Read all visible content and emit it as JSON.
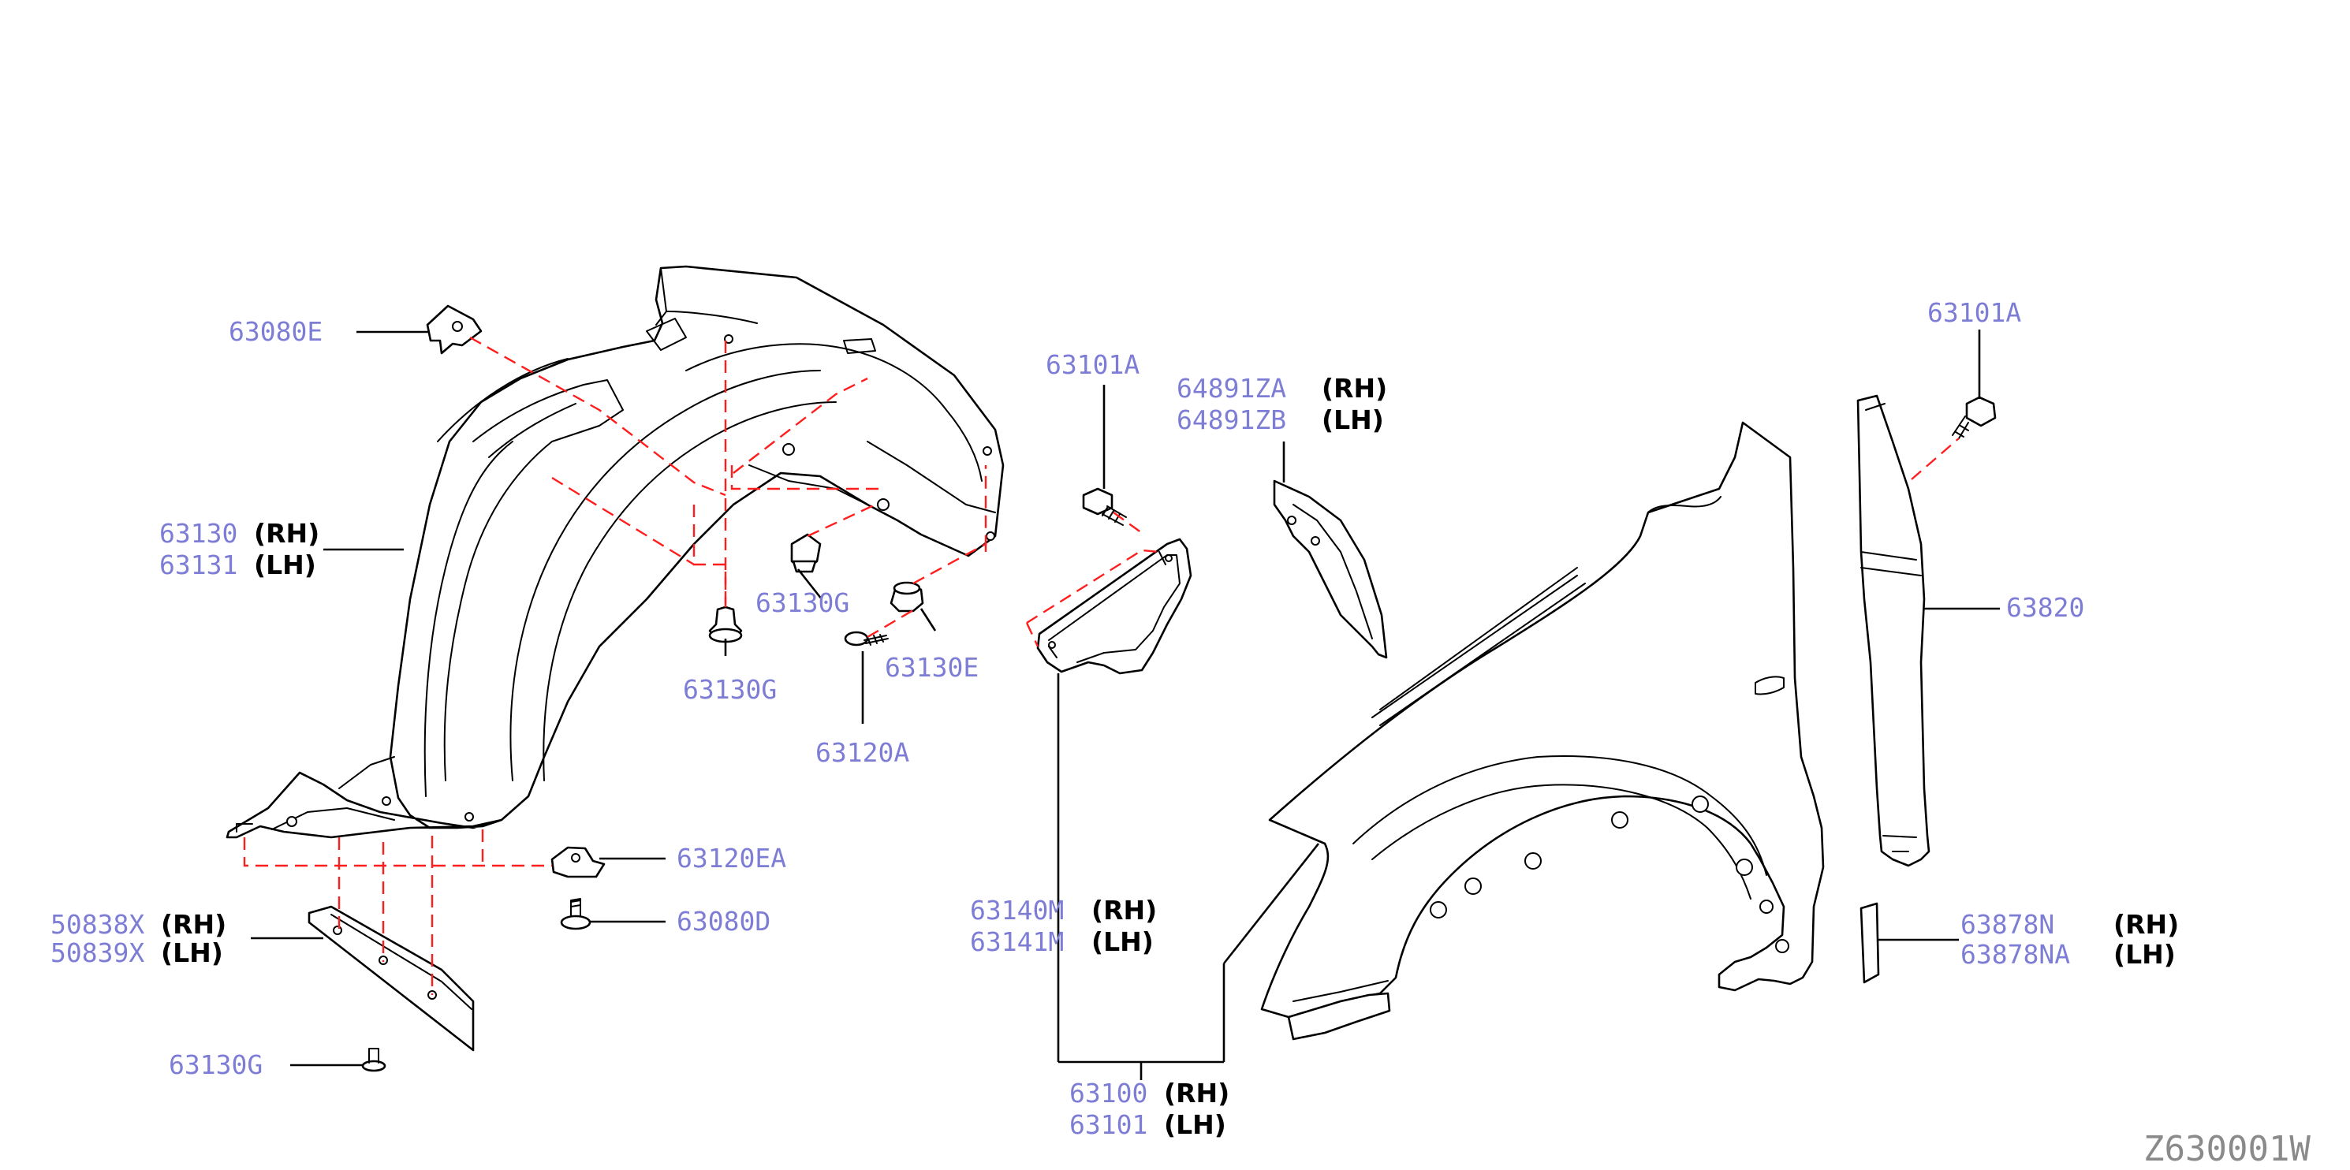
{
  "diagram_code": "Z630001W",
  "colors": {
    "part_number": "#7d7dd6",
    "side_label": "#000000",
    "assembly_line": "#ff1e1e",
    "drawing": "#000000",
    "code": "#8a8a8a"
  },
  "callouts": {
    "c63080E": {
      "number": "63080E"
    },
    "c63130": {
      "number": "63130",
      "side": "(RH)"
    },
    "c63131": {
      "number": "63131",
      "side": "(LH)"
    },
    "c63130G_a": {
      "number": "63130G"
    },
    "c63130G_b": {
      "number": "63130G"
    },
    "c63130G_c": {
      "number": "63130G"
    },
    "c63130E": {
      "number": "63130E"
    },
    "c63120A": {
      "number": "63120A"
    },
    "c63120EA": {
      "number": "63120EA"
    },
    "c63080D": {
      "number": "63080D"
    },
    "c50838X": {
      "number": "50838X",
      "side": "(RH)"
    },
    "c50839X": {
      "number": "50839X",
      "side": "(LH)"
    },
    "c63101A_a": {
      "number": "63101A"
    },
    "c63101A_b": {
      "number": "63101A"
    },
    "c64891ZA": {
      "number": "64891ZA",
      "side": "(RH)"
    },
    "c64891ZB": {
      "number": "64891ZB",
      "side": "(LH)"
    },
    "c63140M": {
      "number": "63140M",
      "side": "(RH)"
    },
    "c63141M": {
      "number": "63141M",
      "side": "(LH)"
    },
    "c63100": {
      "number": "63100",
      "side": "(RH)"
    },
    "c63101": {
      "number": "63101",
      "side": "(LH)"
    },
    "c63820": {
      "number": "63820"
    },
    "c63878N": {
      "number": "63878N",
      "side": "(RH)"
    },
    "c63878NA": {
      "number": "63878NA",
      "side": "(LH)"
    }
  }
}
